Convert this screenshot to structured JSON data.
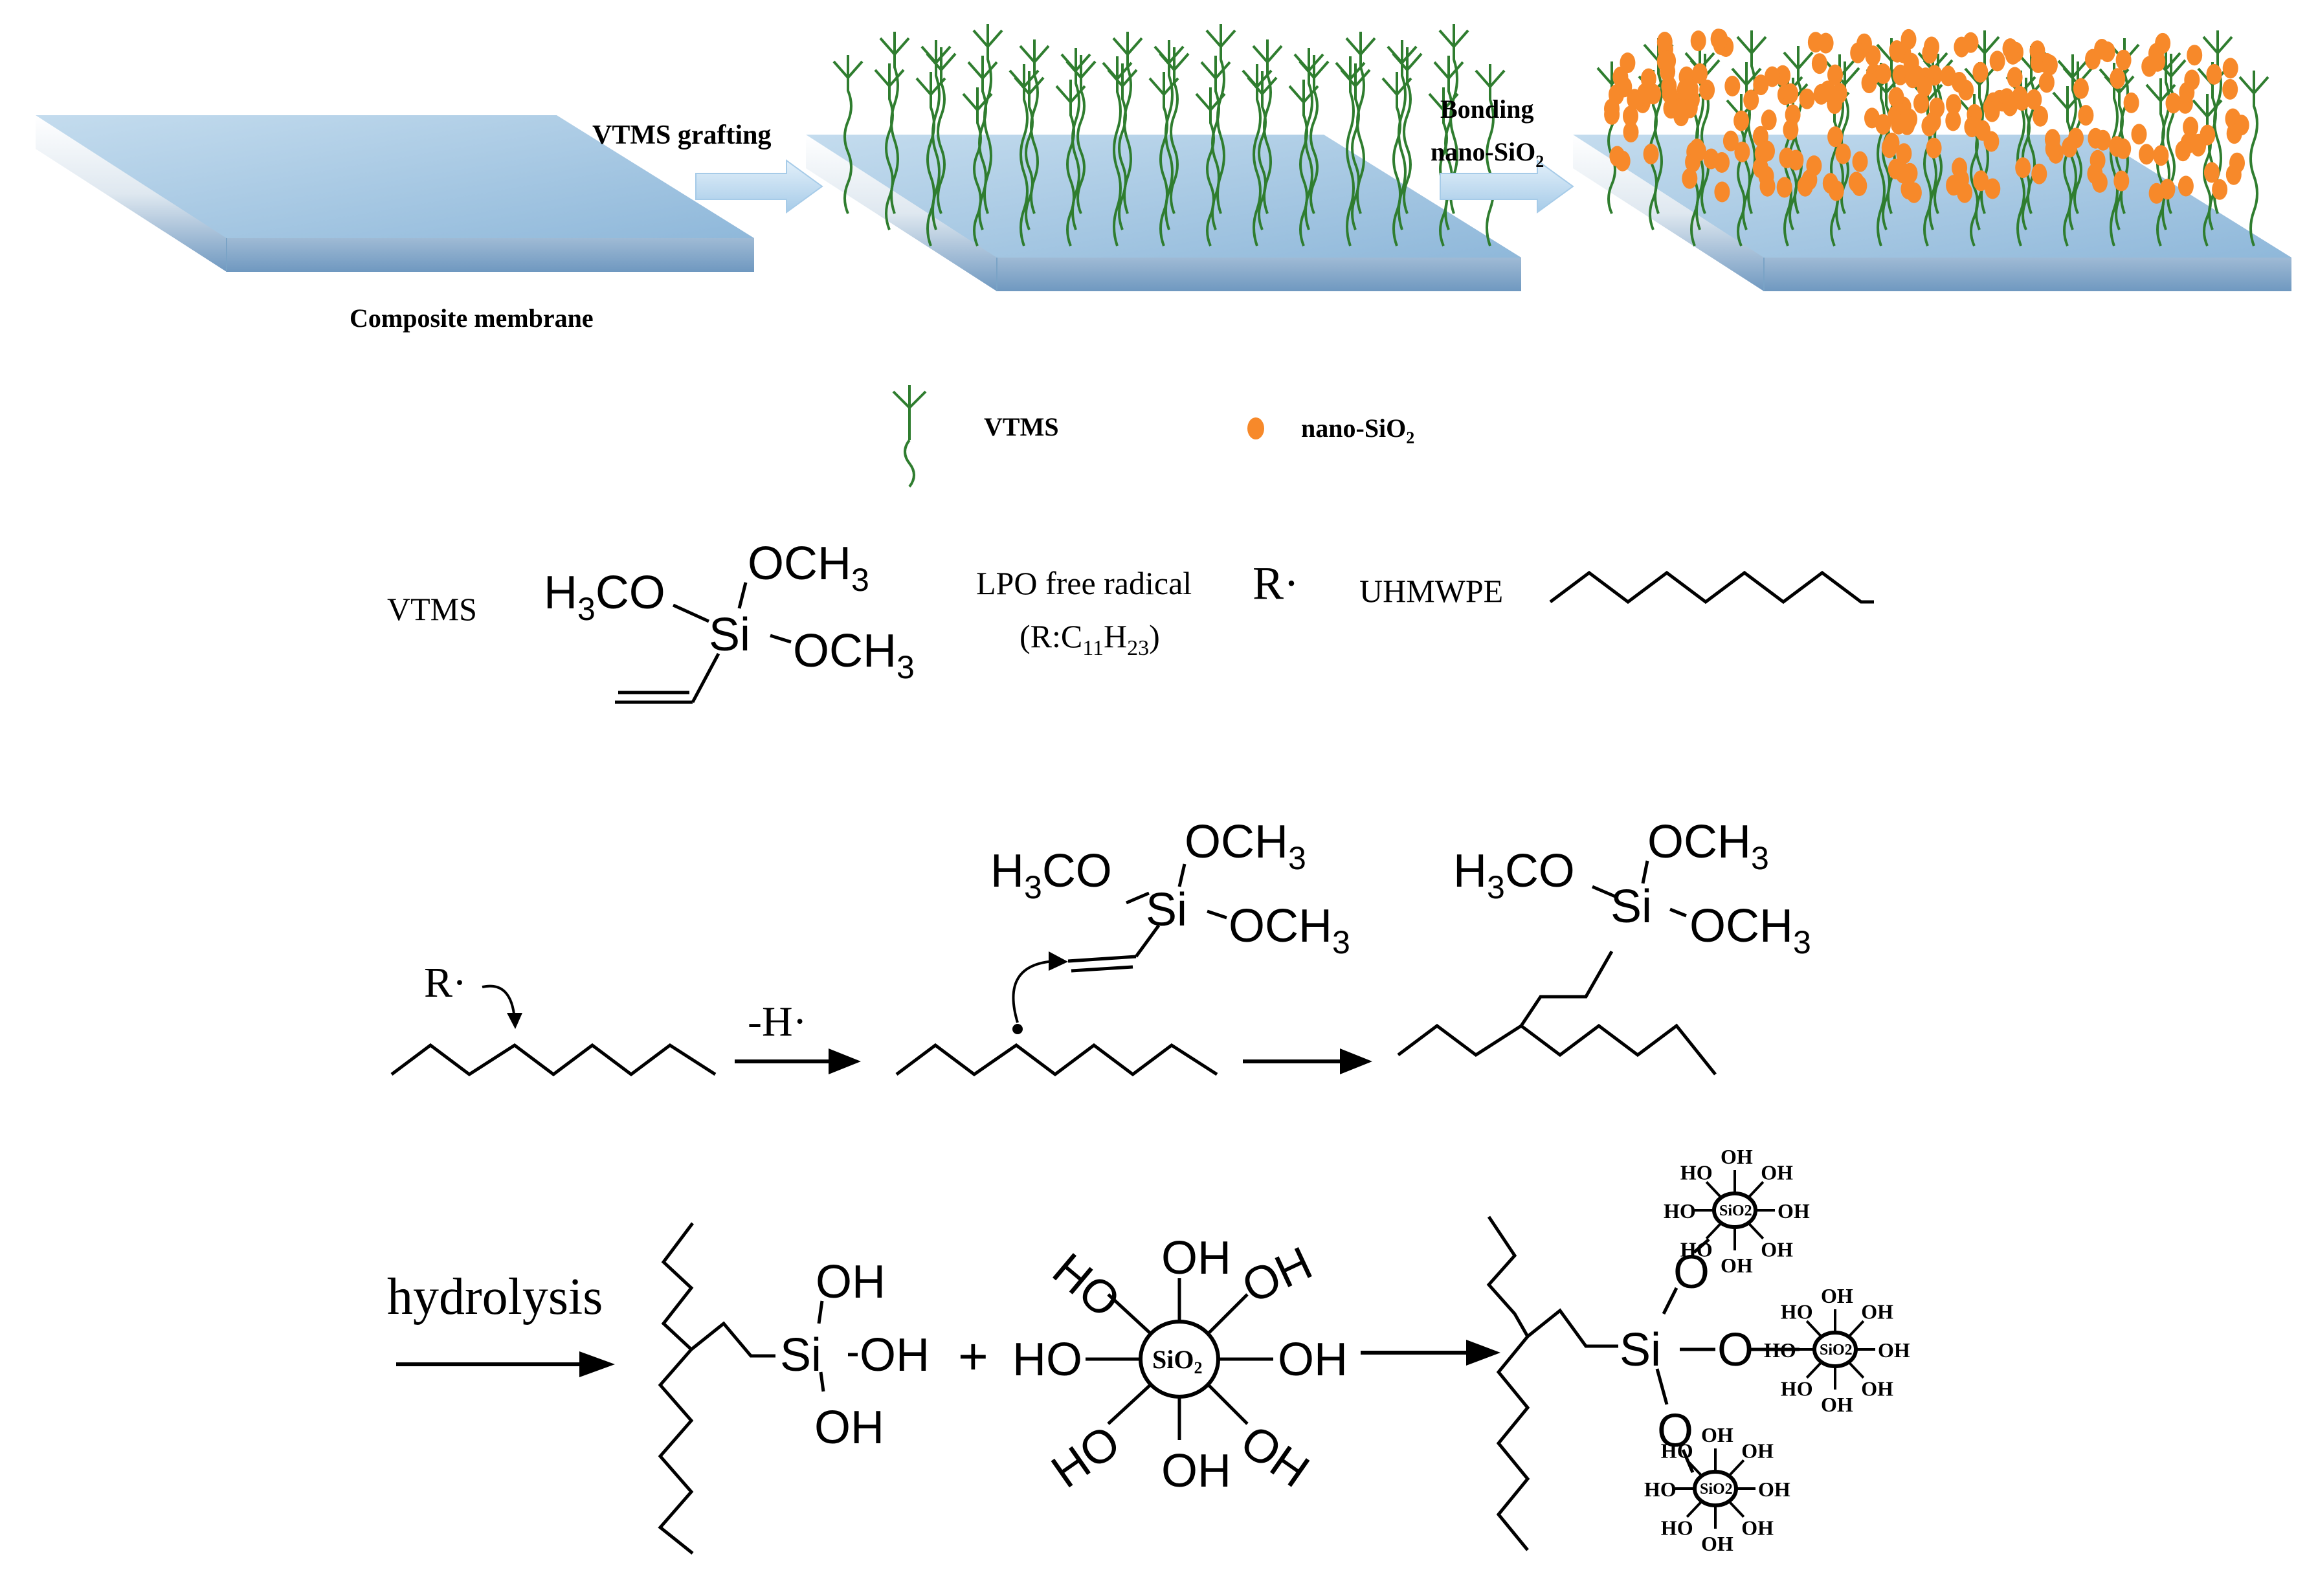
{
  "process": {
    "step1_arrow_label": "VTMS grafting",
    "step2_arrow_label_line1": "Bonding",
    "step2_arrow_label_line2": "nano-SiO",
    "step2_arrow_label_sub": "2",
    "membrane_caption": "Composite membrane"
  },
  "legend": {
    "vtms_label": "VTMS",
    "sio2_label": "nano-SiO",
    "sio2_sub": "2"
  },
  "reagents": {
    "vtms_name": "VTMS",
    "vtms_h3co": "H",
    "vtms_h3co_sub": "3",
    "vtms_h3co_tail": "CO",
    "vtms_och3_top": "OCH",
    "vtms_och3_top_sub": "3",
    "vtms_si": "Si",
    "vtms_och3_right": "OCH",
    "vtms_och3_right_sub": "3",
    "lpo_label": "LPO free radical",
    "radical_symbol": "R·",
    "r_formula_open": "(R:C",
    "r_formula_sub1": "11",
    "r_formula_mid": "H",
    "r_formula_sub2": "23",
    "r_formula_close": ")",
    "uhmwpe_label": "UHMWPE"
  },
  "mechanism": {
    "radical": "R·",
    "abstraction": "-H·",
    "h3co": "H",
    "h3co_sub": "3",
    "h3co_tail": "CO",
    "och3": "OCH",
    "och3_sub": "3",
    "si": "Si",
    "hydrolysis": "hydrolysis",
    "oh": "OH",
    "plus": "+",
    "ho": "HO",
    "sio2": "SiO",
    "sio2_sub": "2",
    "o": "O"
  },
  "colors": {
    "membrane_top": "#9ec3e0",
    "membrane_edge": "#5f8fb8",
    "vtms_green": "#2f7d2f",
    "sio2_orange": "#f7892a",
    "process_arrow": "#bcd8ee"
  }
}
